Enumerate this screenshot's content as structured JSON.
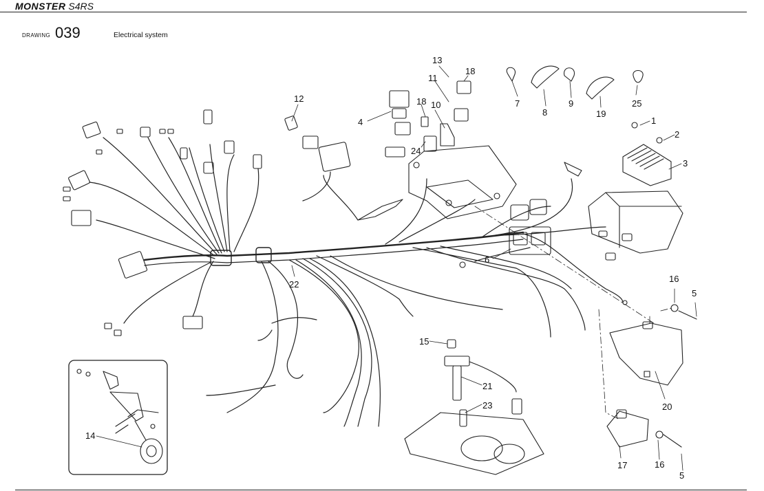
{
  "header": {
    "brand": "MONSTER",
    "variant": "S4RS",
    "drawing_word": "DRAWING",
    "drawing_number": "039",
    "title": "Electrical system"
  },
  "callouts": {
    "c1": "1",
    "c2": "2",
    "c3": "3",
    "c4": "4",
    "c5a": "5",
    "c5b": "5",
    "c6": "6",
    "c7": "7",
    "c8": "8",
    "c9": "9",
    "c10": "10",
    "c11": "11",
    "c12": "12",
    "c13": "13",
    "c14": "14",
    "c15": "15",
    "c16a": "16",
    "c16b": "16",
    "c17": "17",
    "c18a": "18",
    "c18b": "18",
    "c19": "19",
    "c20": "20",
    "c21": "21",
    "c22": "22",
    "c23": "23",
    "c24": "24",
    "c25": "25"
  }
}
